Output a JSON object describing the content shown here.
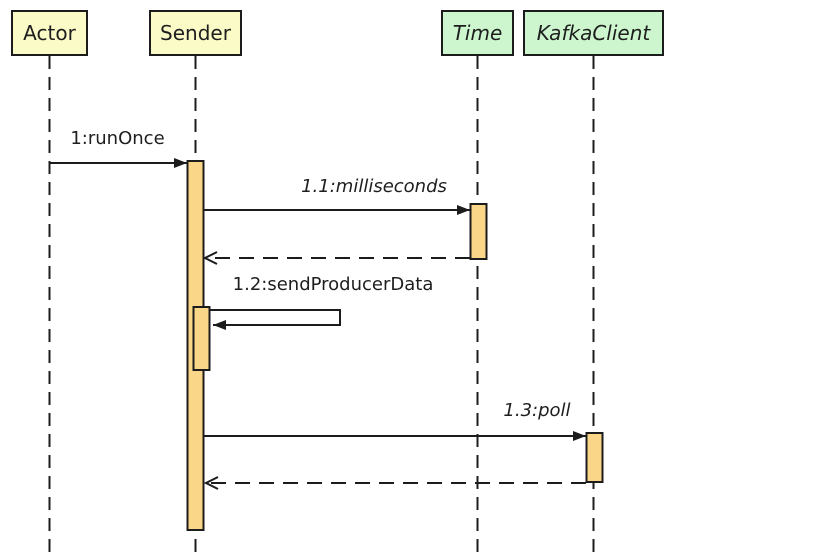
{
  "diagram": {
    "type": "uml-sequence",
    "participants": [
      {
        "id": "actor",
        "label": "Actor",
        "style": "object"
      },
      {
        "id": "sender",
        "label": "Sender",
        "style": "object"
      },
      {
        "id": "time",
        "label": "Time",
        "style": "interface"
      },
      {
        "id": "kafkaclient",
        "label": "KafkaClient",
        "style": "interface"
      }
    ],
    "messages": [
      {
        "label": "1:runOnce",
        "from": "Actor",
        "to": "Sender",
        "kind": "call"
      },
      {
        "label": "1.1:milliseconds",
        "from": "Sender",
        "to": "Time",
        "kind": "call",
        "italic": true
      },
      {
        "label": "",
        "from": "Time",
        "to": "Sender",
        "kind": "return"
      },
      {
        "label": "1.2:sendProducerData",
        "from": "Sender",
        "to": "Sender",
        "kind": "self-call"
      },
      {
        "label": "1.3:poll",
        "from": "Sender",
        "to": "KafkaClient",
        "kind": "call",
        "italic": true
      },
      {
        "label": "",
        "from": "KafkaClient",
        "to": "Sender",
        "kind": "return"
      }
    ],
    "colors": {
      "object_fill": "#fbfbc8",
      "interface_fill": "#cdf6ce",
      "activation_fill": "#fad689",
      "line_color": "#1c1c1c"
    }
  }
}
